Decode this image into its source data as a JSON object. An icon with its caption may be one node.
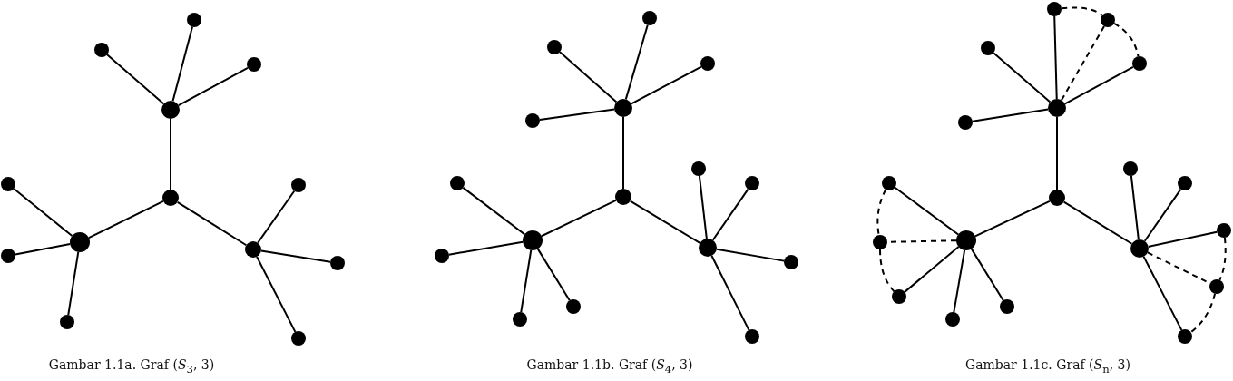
{
  "diagram": {
    "nodes": [
      {
        "text": [],
        "shape": "circle"
      },
      {
        "text": [],
        "shape": "circle"
      },
      {
        "text": [],
        "shape": "circle"
      },
      {
        "text": [],
        "shape": "circle"
      },
      {
        "text": [],
        "shape": "circle"
      },
      {
        "text": [],
        "shape": "circle"
      },
      {
        "text": [],
        "shape": "circle"
      },
      {
        "text": [],
        "shape": "circle"
      },
      {
        "text": [],
        "shape": "circle"
      },
      {
        "text": [],
        "shape": "circle"
      },
      {
        "text": [],
        "shape": "circle"
      },
      {
        "text": [],
        "shape": "circle"
      },
      {
        "text": [],
        "shape": "circle"
      },
      {
        "text": [],
        "shape": "circle"
      },
      {
        "text": [],
        "shape": "circle"
      },
      {
        "text": [],
        "shape": "circle"
      },
      {
        "text": [],
        "shape": "circle"
      },
      {
        "text": [],
        "shape": "circle"
      },
      {
        "text": [],
        "shape": "circle"
      },
      {
        "text": [],
        "shape": "circle"
      },
      {
        "text": [],
        "shape": "circle"
      },
      {
        "text": [],
        "shape": "circle"
      },
      {
        "text": [],
        "shape": "circle"
      },
      {
        "text": [],
        "shape": "circle"
      },
      {
        "text": [],
        "shape": "circle"
      },
      {
        "text": [],
        "shape": "circle"
      },
      {
        "text": [],
        "shape": "circle"
      },
      {
        "text": [],
        "shape": "circle"
      },
      {
        "text": [],
        "shape": "circle"
      },
      {
        "text": [],
        "shape": "circle"
      },
      {
        "text": [],
        "shape": "circle"
      },
      {
        "text": [],
        "shape": "circle"
      },
      {
        "text": [],
        "shape": "circle"
      },
      {
        "text": [],
        "shape": "circle"
      },
      {
        "text": [],
        "shape": "circle"
      },
      {
        "text": [],
        "shape": "circle"
      },
      {
        "text": [],
        "shape": "circle"
      },
      {
        "text": [],
        "shape": "circle"
      },
      {
        "text": [],
        "shape": "circle"
      },
      {
        "text": [],
        "shape": "circle"
      },
      {
        "text": [],
        "shape": "circle"
      },
      {
        "text": [],
        "shape": "circle"
      },
      {
        "text": [],
        "shape": "circle"
      },
      {
        "text": [],
        "shape": "circle"
      },
      {
        "text": [],
        "shape": "circle"
      },
      {
        "text": [],
        "shape": "circle"
      },
      {
        "text": [],
        "shape": "circle"
      },
      {
        "text": [],
        "shape": "circle"
      }
    ],
    "edges": [
      {
        "from": 6,
        "to": 5,
        "arrow": "none"
      },
      {
        "from": 5,
        "to": 4,
        "arrow": "none"
      },
      {
        "from": 5,
        "to": 7,
        "arrow": "none"
      },
      {
        "from": 5,
        "to": 9,
        "arrow": "none"
      },
      {
        "from": 6,
        "to": 3,
        "arrow": "none"
      },
      {
        "from": 3,
        "to": 0,
        "arrow": "none"
      },
      {
        "from": 3,
        "to": 1,
        "arrow": "none"
      },
      {
        "from": 3,
        "to": 2,
        "arrow": "none"
      },
      {
        "from": 6,
        "to": 8,
        "arrow": "none"
      },
      {
        "from": 8,
        "to": 10,
        "arrow": "none"
      },
      {
        "from": 8,
        "to": 12,
        "arrow": "none"
      },
      {
        "from": 8,
        "to": 11,
        "arrow": "none"
      },
      {
        "from": 21,
        "to": 20,
        "arrow": "none"
      },
      {
        "from": 20,
        "to": 18,
        "arrow": "none"
      },
      {
        "from": 20,
        "to": 22,
        "arrow": "none"
      },
      {
        "from": 20,
        "to": 24,
        "arrow": "none"
      },
      {
        "from": 20,
        "to": 16,
        "arrow": "none"
      },
      {
        "from": 21,
        "to": 17,
        "arrow": "none"
      },
      {
        "from": 17,
        "to": 14,
        "arrow": "none"
      },
      {
        "from": 17,
        "to": 13,
        "arrow": "none"
      },
      {
        "from": 17,
        "to": 15,
        "arrow": "none"
      },
      {
        "from": 17,
        "to": 19,
        "arrow": "none"
      },
      {
        "from": 21,
        "to": 25,
        "arrow": "none"
      },
      {
        "from": 25,
        "to": 23,
        "arrow": "none"
      },
      {
        "from": 25,
        "to": 26,
        "arrow": "none"
      },
      {
        "from": 25,
        "to": 28,
        "arrow": "none"
      },
      {
        "from": 25,
        "to": 27,
        "arrow": "none"
      },
      {
        "from": 39,
        "to": 38,
        "arrow": "none"
      },
      {
        "from": 38,
        "to": 37,
        "arrow": "none"
      },
      {
        "from": 38,
        "to": 42,
        "arrow": "none"
      },
      {
        "from": 38,
        "to": 35,
        "arrow": "none"
      },
      {
        "from": 38,
        "to": 33,
        "arrow": "none"
      },
      {
        "from": 38,
        "to": 40,
        "arrow": "none",
        "style": "dashed"
      },
      {
        "from": 37,
        "to": 40,
        "arrow": "none",
        "style": "dashed"
      },
      {
        "from": 40,
        "to": 42,
        "arrow": "none",
        "style": "dashed"
      },
      {
        "from": 39,
        "to": 34,
        "arrow": "none"
      },
      {
        "from": 34,
        "to": 30,
        "arrow": "none"
      },
      {
        "from": 34,
        "to": 31,
        "arrow": "none"
      },
      {
        "from": 34,
        "to": 32,
        "arrow": "none"
      },
      {
        "from": 34,
        "to": 36,
        "arrow": "none"
      },
      {
        "from": 34,
        "to": 29,
        "arrow": "none",
        "style": "dashed"
      },
      {
        "from": 30,
        "to": 29,
        "arrow": "none",
        "style": "dashed"
      },
      {
        "from": 29,
        "to": 31,
        "arrow": "none",
        "style": "dashed"
      },
      {
        "from": 39,
        "to": 43,
        "arrow": "none"
      },
      {
        "from": 43,
        "to": 41,
        "arrow": "none"
      },
      {
        "from": 43,
        "to": 44,
        "arrow": "none"
      },
      {
        "from": 43,
        "to": 47,
        "arrow": "none"
      },
      {
        "from": 43,
        "to": 45,
        "arrow": "none"
      },
      {
        "from": 43,
        "to": 46,
        "arrow": "none",
        "style": "dashed"
      },
      {
        "from": 47,
        "to": 46,
        "arrow": "none",
        "style": "dashed"
      },
      {
        "from": 46,
        "to": 45,
        "arrow": "none",
        "style": "dashed"
      }
    ],
    "labels": [
      "Gambar 1.1a. Graf (*S*$_{3}$, 3)",
      "Gambar 1.1b. Graf (*S*$_{4}$, 3)",
      "Gambar 1.1c. Graf (*S*$_{n}$, 3)"
    ]
  }
}
